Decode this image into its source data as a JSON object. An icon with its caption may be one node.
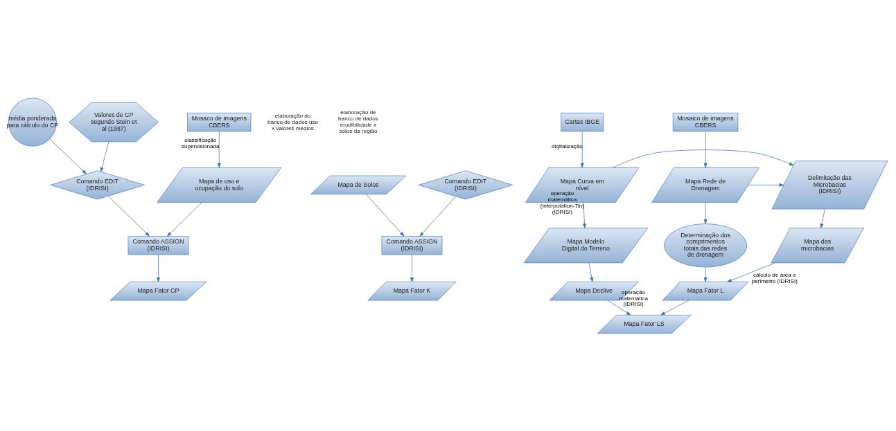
{
  "diagram": {
    "nodes": [
      {
        "text": [
          "Mosaco de imagens CBERS"
        ]
      },
      {
        "text": [
          "Mapa de uso e ocupação do solo"
        ]
      },
      {
        "text": [
          "média ponderada para cálculo do CP"
        ]
      },
      {
        "text": [
          "Comando EDIT (IDRISI)"
        ]
      },
      {
        "text": [
          "Comando ASSIGN (IDRISI)"
        ]
      },
      {
        "text": [
          "Valores de CP segundo Stein et al (1987)"
        ]
      },
      {
        "text": [
          "Mapa Fator CP"
        ]
      },
      {
        "text": [
          "Mapa de Solos"
        ]
      },
      {
        "text": [
          "Comando EDIT (IDRISI)"
        ]
      },
      {
        "text": [
          "Comando ASSIGN (IDRISI)"
        ]
      },
      {
        "text": [
          "Mapa Fator K"
        ]
      },
      {
        "text": [
          "Cartas IBGE"
        ]
      },
      {
        "text": [
          "Mosaico de imagens CBERS"
        ]
      },
      {
        "text": [
          "Mapa Curva em nível"
        ]
      },
      {
        "text": [
          "Delimitação das Microbacias (IDRISI)"
        ]
      },
      {
        "text": [
          "Mapa Rede de Drenagem"
        ]
      },
      {
        "text": [
          "Mapa Modelo Digital do Terreno"
        ]
      },
      {
        "text": [
          "Mapa das microbacias"
        ]
      },
      {
        "text": [
          "Determinação dos comprimentos totais das redes de drenagem"
        ]
      },
      {
        "text": [
          "Mapa Declive"
        ]
      },
      {
        "text": [
          "Mapa Fator L"
        ]
      },
      {
        "text": [
          "Mapa Fator LS"
        ]
      }
    ],
    "edges": [
      {
        "from": 0,
        "to": 1,
        "arrow": "to",
        "label": "classificação supervisionada"
      },
      {
        "from": 1,
        "to": 4,
        "arrow": "to"
      },
      {
        "from": 3,
        "to": 4,
        "arrow": "to"
      },
      {
        "from": 2,
        "to": 3,
        "arrow": "to"
      },
      {
        "from": 5,
        "to": 3,
        "arrow": "to"
      },
      {
        "from": 4,
        "to": 6,
        "arrow": "to"
      },
      {
        "from": 7,
        "to": 9,
        "arrow": "to"
      },
      {
        "from": 8,
        "to": 9,
        "arrow": "to"
      },
      {
        "from": 9,
        "to": 10,
        "arrow": "to"
      },
      {
        "from": 11,
        "to": 13,
        "arrow": "to",
        "label": "digitalização"
      },
      {
        "from": 12,
        "to": 15,
        "arrow": "to"
      },
      {
        "from": 13,
        "to": 14,
        "arrow": "to"
      },
      {
        "from": 15,
        "to": 14,
        "arrow": "to"
      },
      {
        "from": 13,
        "to": 16,
        "arrow": "to",
        "label": "operação matemática (interpolation-Tin) (IDRISI)"
      },
      {
        "from": 16,
        "to": 19,
        "arrow": "to"
      },
      {
        "from": 14,
        "to": 17,
        "arrow": "to"
      },
      {
        "from": 15,
        "to": 18,
        "arrow": "to"
      },
      {
        "from": 17,
        "to": 20,
        "arrow": "to",
        "label": "cálculo de área e perímetro (IDRISI)"
      },
      {
        "from": 18,
        "to": 20,
        "arrow": "to"
      },
      {
        "from": 19,
        "to": 21,
        "arrow": "to",
        "label": "operação matemática (IDRISI)"
      },
      {
        "from": 20,
        "to": 21,
        "arrow": "to"
      }
    ],
    "labels": [
      "elaboração do banco de dados uso x valores médios",
      "elaboração de banco de dados erodibilidade x solos da região"
    ]
  }
}
